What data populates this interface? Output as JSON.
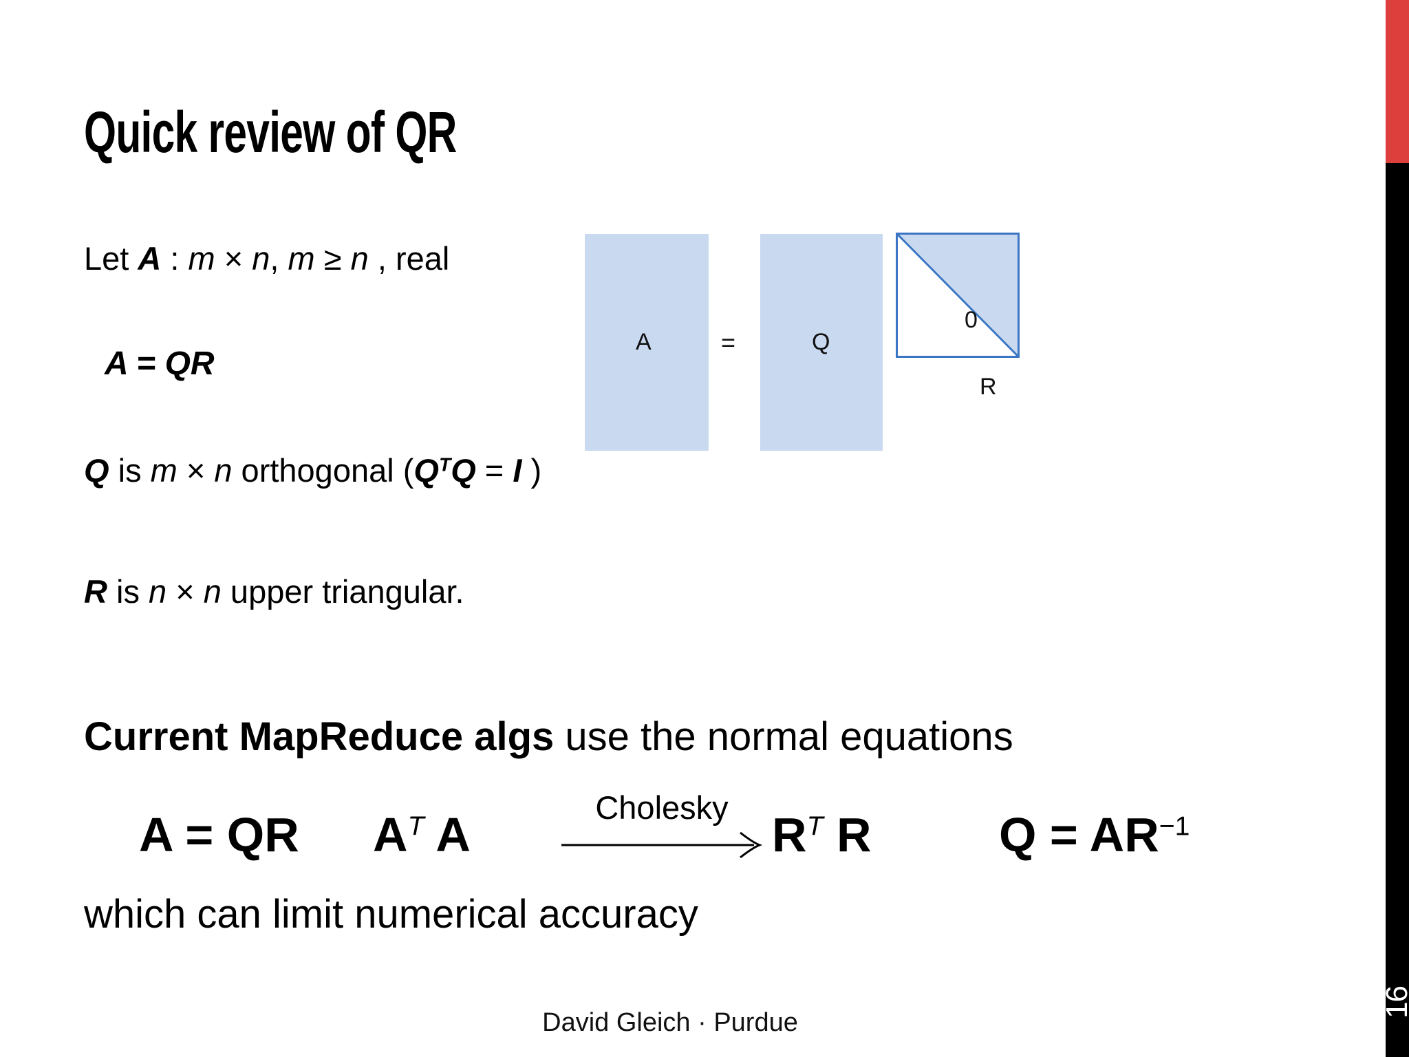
{
  "slide": {
    "title": "Quick review of QR",
    "footer": "David Gleich · Purdue",
    "page_number": "16",
    "colors": {
      "edge_red": "#dd403c",
      "edge_black": "#000000",
      "matrix_fill": "#c9d9f0",
      "matrix_outline": "#3b76c4"
    }
  },
  "body": {
    "lede": {
      "prefix": "Let ",
      "matrix": "A",
      "colon": " : ",
      "m1": "m",
      "times1": " × ",
      "n1": "n",
      "comma1": ", ",
      "m2": "m",
      "geq": " ≥ ",
      "n2": "n",
      "suffix": " , real"
    },
    "equation_aqr": "A = QR",
    "line_q": {
      "q": "Q",
      "is": " is ",
      "m": "m",
      "times": " × ",
      "n": "n",
      "orthogonal": "  orthogonal (",
      "q2": "Q",
      "t": "T",
      "q3": "Q",
      "eq": " = ",
      "i": "I",
      "close": " )"
    },
    "line_r": {
      "r": "R",
      "is": " is ",
      "n1": "n",
      "times": " × ",
      "n2": "n",
      "upper": "  upper triangular."
    },
    "mapreduce_line": {
      "bold": "Current MapReduce algs",
      "rest": " use the normal equations"
    },
    "which_line": "which can limit numerical accuracy"
  },
  "equation_row": {
    "term1": {
      "lhs": "A",
      "eq": " = ",
      "rhs": "QR"
    },
    "term2": {
      "base1": "A",
      "sup": "T",
      "base2": " A"
    },
    "arrow_label": "Cholesky",
    "term3": {
      "base1": "R",
      "sup": "T",
      "base2": " R"
    },
    "term4": {
      "lhs": "Q",
      "eq": " = ",
      "rhs": "AR",
      "sup": "−1"
    }
  },
  "diagram": {
    "label_a": "A",
    "label_equals": "=",
    "label_q": "Q",
    "label_zero": "0",
    "label_r": "R"
  }
}
